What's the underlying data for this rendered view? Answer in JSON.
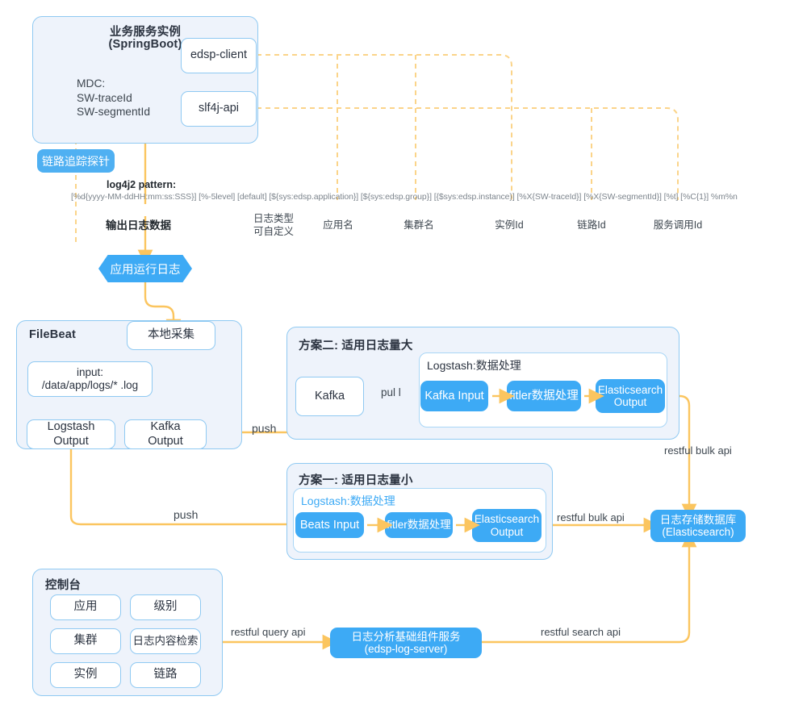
{
  "diagram": {
    "title_hidden": "",
    "service_panel": {
      "title_line1": "业务服务实例",
      "title_line2": "(SpringBoot)",
      "mdc_label": "MDC:\nSW-traceId\nSW-segmentId",
      "boxes": [
        {
          "label": "edsp-client"
        },
        {
          "label": "slf4j-api"
        }
      ]
    },
    "probe_badge": "链路追踪探针",
    "log_pattern": {
      "heading": "log4j2 pattern:",
      "value": "[%d{yyyy-MM-ddHH:mm:ss:SSS}] [%-5level] [default] [${sys:edsp.application}] [${sys:edsp.group}] [{$sys:edsp.instance}] [%X{SW-traceId}] [%X{SW-segmentId}] [%t] [%C{1}] %m%n",
      "annotations": [
        {
          "label": "输出日志数据"
        },
        {
          "label": "日志类型\n可自定义"
        },
        {
          "label": "应用名"
        },
        {
          "label": "集群名"
        },
        {
          "label": "实例Id"
        },
        {
          "label": "链路Id"
        },
        {
          "label": "服务调用Id"
        }
      ]
    },
    "runtime_log": "应用运行日志",
    "filebeat": {
      "title": "FileBeat",
      "collect_box": "本地采集",
      "input_box": "input:\n/data/app/logs/* .log",
      "outputs": [
        {
          "label": "Logstash\nOutput"
        },
        {
          "label": "Kafka\nOutput"
        }
      ]
    },
    "scheme_two": {
      "title": "方案二: 适用日志量大",
      "kafka": "Kafka",
      "pull_label": "pul l",
      "logstash_title": "Logstash:数据处理",
      "stages": [
        {
          "label": "Kafka Input"
        },
        {
          "label": "fitler数据处理"
        },
        {
          "label": "Elasticsearch\nOutput"
        }
      ]
    },
    "scheme_one": {
      "title": "方案一: 适用日志量小",
      "logstash_title": "Logstash:数据处理",
      "stages": [
        {
          "label": "Beats Input"
        },
        {
          "label": "fitler数据处理"
        },
        {
          "label": "Elasticsearch\nOutput"
        }
      ]
    },
    "storage": "日志存储数据库\n(Elasticsearch)",
    "log_server": "日志分析基础组件服务\n(edsp-log-server)",
    "console": {
      "title": "控制台",
      "items": [
        {
          "label": "应用"
        },
        {
          "label": "级别"
        },
        {
          "label": "集群"
        },
        {
          "label": "日志内容检索"
        },
        {
          "label": "实例"
        },
        {
          "label": "链路"
        }
      ]
    },
    "edge_labels": {
      "push_top": "push",
      "push_bottom": "push",
      "restful_bulk_top": "restful bulk api",
      "restful_bulk_bottom": "restful bulk api",
      "restful_query": "restful query api",
      "restful_search": "restful search api"
    },
    "colors": {
      "accent_blue": "#3daaf5",
      "panel_fill": "#eef3fb",
      "panel_border": "#8fc9f2",
      "wire": "#fbc55f",
      "wire_dashed": "#fbd489",
      "text": "#333b44"
    }
  }
}
